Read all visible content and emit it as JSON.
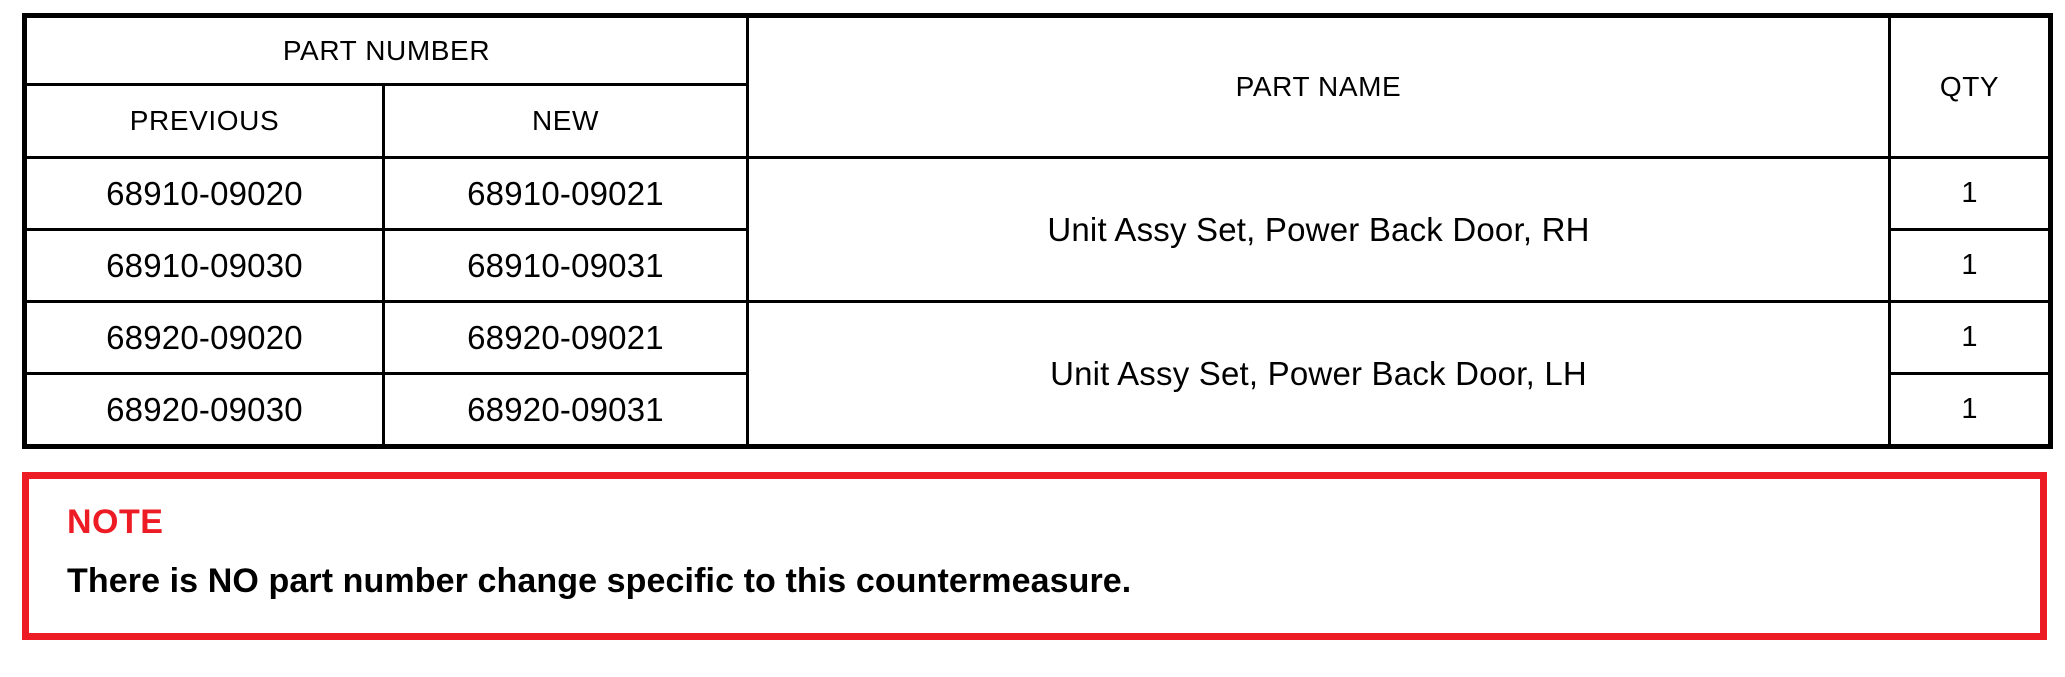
{
  "colors": {
    "note_red": "#ed1c24",
    "table_border": "#000000",
    "text": "#000000",
    "background": "#ffffff"
  },
  "parts_table": {
    "group_header": "PART NUMBER",
    "columns": {
      "previous": "PREVIOUS",
      "new": "NEW",
      "part_name": "PART NAME",
      "qty": "QTY"
    },
    "rows": [
      {
        "previous": "68910-09020",
        "new": "68910-09021",
        "part_name": "Unit Assy Set, Power Back Door, RH",
        "qty": "1"
      },
      {
        "previous": "68910-09030",
        "new": "68910-09031",
        "part_name": "Unit Assy Set, Power Back Door, RH",
        "qty": "1"
      },
      {
        "previous": "68920-09020",
        "new": "68920-09021",
        "part_name": "Unit Assy Set, Power Back Door, LH",
        "qty": "1"
      },
      {
        "previous": "68920-09030",
        "new": "68920-09031",
        "part_name": "Unit Assy Set, Power Back Door, LH",
        "qty": "1"
      }
    ],
    "merged_part_names": [
      "Unit Assy Set, Power Back Door, RH",
      "Unit Assy Set, Power Back Door, LH"
    ]
  },
  "note": {
    "title": "NOTE",
    "body": "There is NO part number change specific to this countermeasure."
  }
}
